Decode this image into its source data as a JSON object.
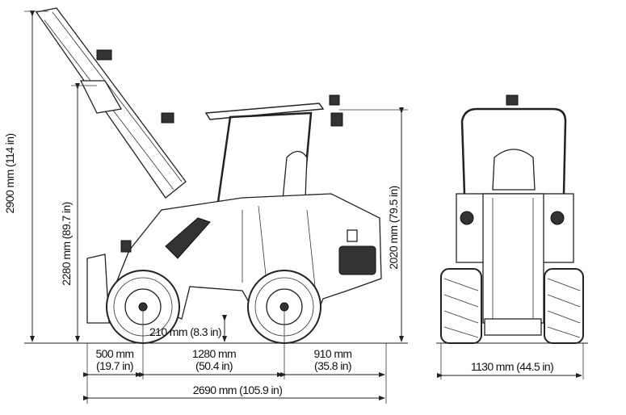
{
  "side_view": {
    "height_max": "2900 mm (114 in)",
    "hinge_height": "2280 mm (89.7 in)",
    "overall_height": "2020 mm (79.5 in)",
    "ground_clearance": "210 mm (8.3 in)",
    "front_overhang_mm": "500 mm",
    "front_overhang_in": "(19.7 in)",
    "wheelbase_mm": "1280 mm",
    "wheelbase_in": "(50.4 in)",
    "rear_overhang_mm": "910 mm",
    "rear_overhang_in": "(35.8 in)",
    "overall_length": "2690 mm (105.9 in)"
  },
  "front_view": {
    "width": "1130 mm (44.5 in)"
  }
}
